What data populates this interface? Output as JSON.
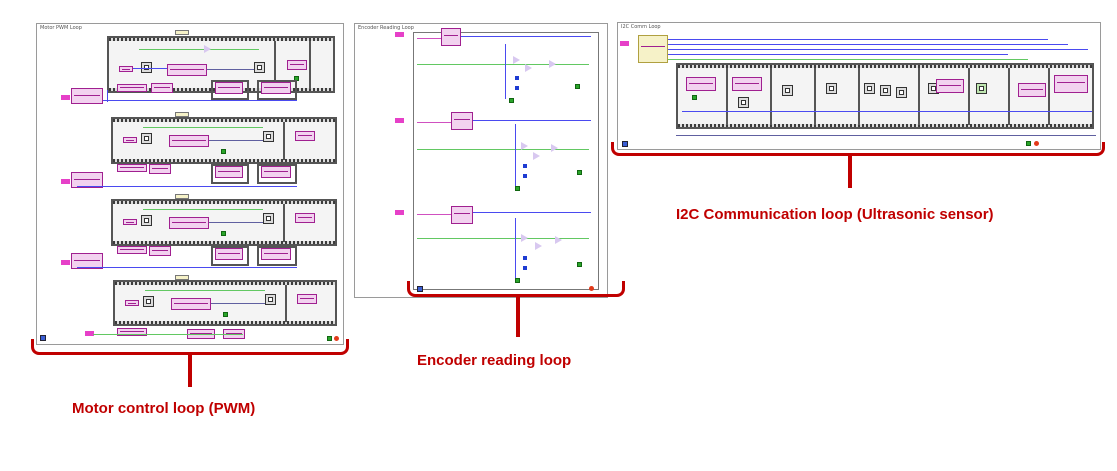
{
  "panels": {
    "motor": {
      "title": "Motor PWM Loop"
    },
    "encoder": {
      "title": "Encoder Reading Loop"
    },
    "i2c": {
      "title": "I2C Comm Loop"
    }
  },
  "captions": {
    "motor": "Motor control loop (PWM)",
    "encoder": "Encoder reading loop",
    "i2c": "I2C Communication loop (Ultrasonic sensor)"
  },
  "colors": {
    "caption": "#c00000",
    "wire_numeric": "#4a4af0",
    "wire_boolean": "#62c862",
    "wire_string": "#d050c0",
    "terminal": "#e640c8"
  }
}
